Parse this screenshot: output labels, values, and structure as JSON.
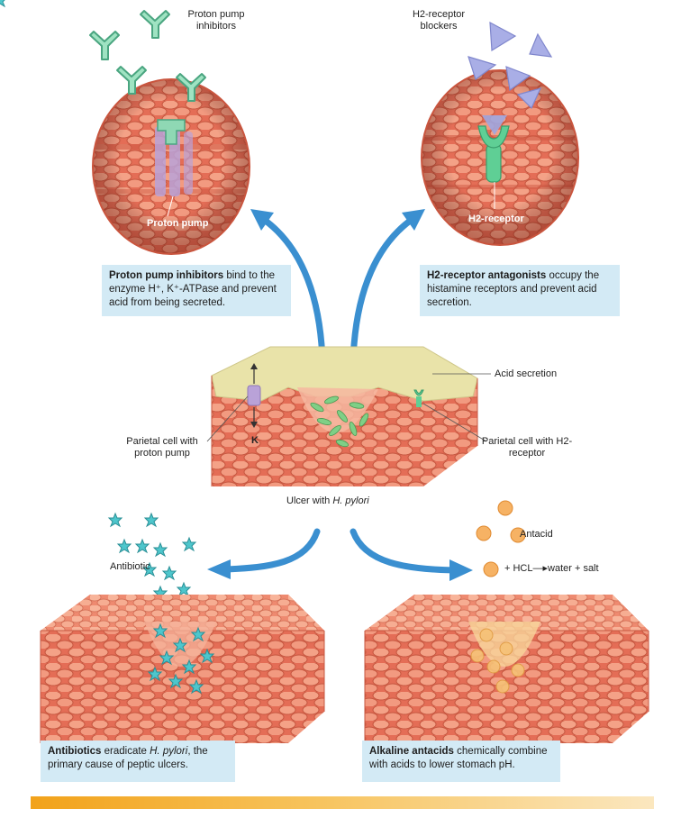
{
  "labels": {
    "ppi": "Proton pump inhibitors",
    "h2_blockers": "H2-receptor blockers",
    "proton_pump": "Proton pump",
    "h2_receptor": "H2-receptor",
    "acid_secretion": "Acid secretion",
    "parietal_pump": "Parietal cell with proton pump",
    "parietal_h2": "Parietal cell with H2-receptor",
    "k_ion": "K",
    "ulcer": "Ulcer with",
    "ulcer_italic": "H. pylori",
    "antibiotic": "Antibiotic",
    "antacid": "Antacid",
    "reaction": "+ HCL—▸water + salt"
  },
  "boxes": {
    "ppi_bold": "Proton pump inhibitors",
    "ppi_text": " bind to the enzyme H⁺, K⁺-ATPase and prevent acid from being secreted.",
    "h2_bold": "H2-receptor antagonists",
    "h2_text": " occupy the histamine receptors and prevent acid secretion.",
    "ab_bold": "Antibiotics",
    "ab_text1": " eradicate ",
    "ab_italic": "H. pylori",
    "ab_text2": ", the primary cause of peptic ulcers.",
    "aa_bold": "Alkaline antacids",
    "aa_text": " chemically combine with acids to lower stomach pH."
  },
  "colors": {
    "tissue": "#e7715a",
    "cell_fill": "#f19b82",
    "cell_edge": "#c85640",
    "mucus": "#e9e3a9",
    "arrow": "#3a8fd0",
    "box_bg": "#d3eaf5",
    "drug_green": "#8fd8b4",
    "blocker_purple": "#9fa6e0",
    "antibiotic_teal": "#46c2c8",
    "antacid_orange": "#f6b264"
  }
}
